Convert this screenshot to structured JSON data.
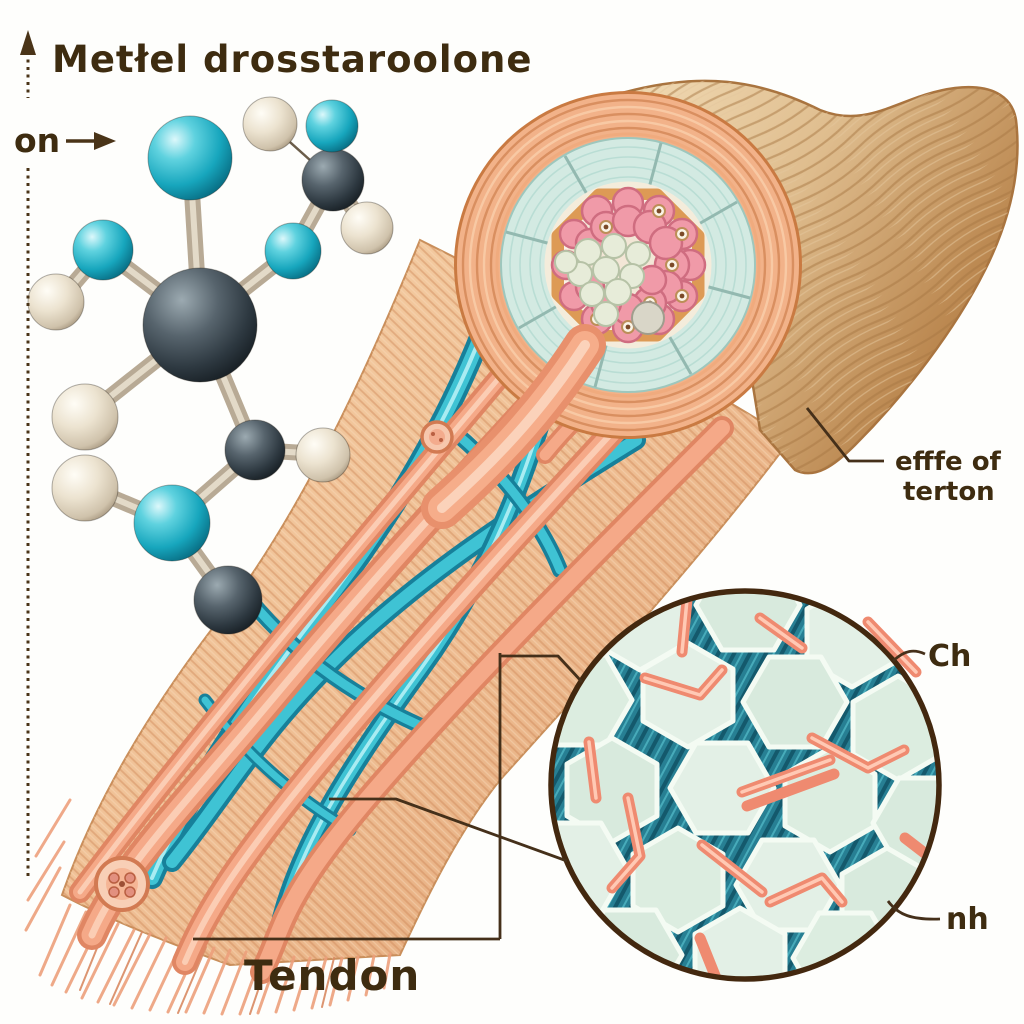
{
  "illustration": {
    "title": "Metłel drosstaroolone",
    "y_axis_label": "on",
    "callouts": {
      "effect_line1": "efffe of",
      "effect_line2": "terton",
      "inset_top": "Ch",
      "inset_bottom": "nh",
      "main": "Tendon"
    },
    "colors": {
      "label_brown": "#3e2c10",
      "molecule_teal": "#2db4cb",
      "molecule_dark": "#3c4750",
      "molecule_cream": "#e9e0cc",
      "tendon_coral_cord": "#f0a381",
      "tendon_teal_cord": "#35b7c9",
      "sheath_beige": "#dcb183",
      "cross_section_pink": "#f09aa8",
      "cross_section_mint": "#cfe9e1",
      "inset_cell_green": "#e2efe4",
      "inset_rod_coral": "#ef8a70",
      "inset_background_teal": "#2e8c9d"
    },
    "molecule_atoms": {
      "teal": 5,
      "dark": 4,
      "cream": 6
    }
  }
}
